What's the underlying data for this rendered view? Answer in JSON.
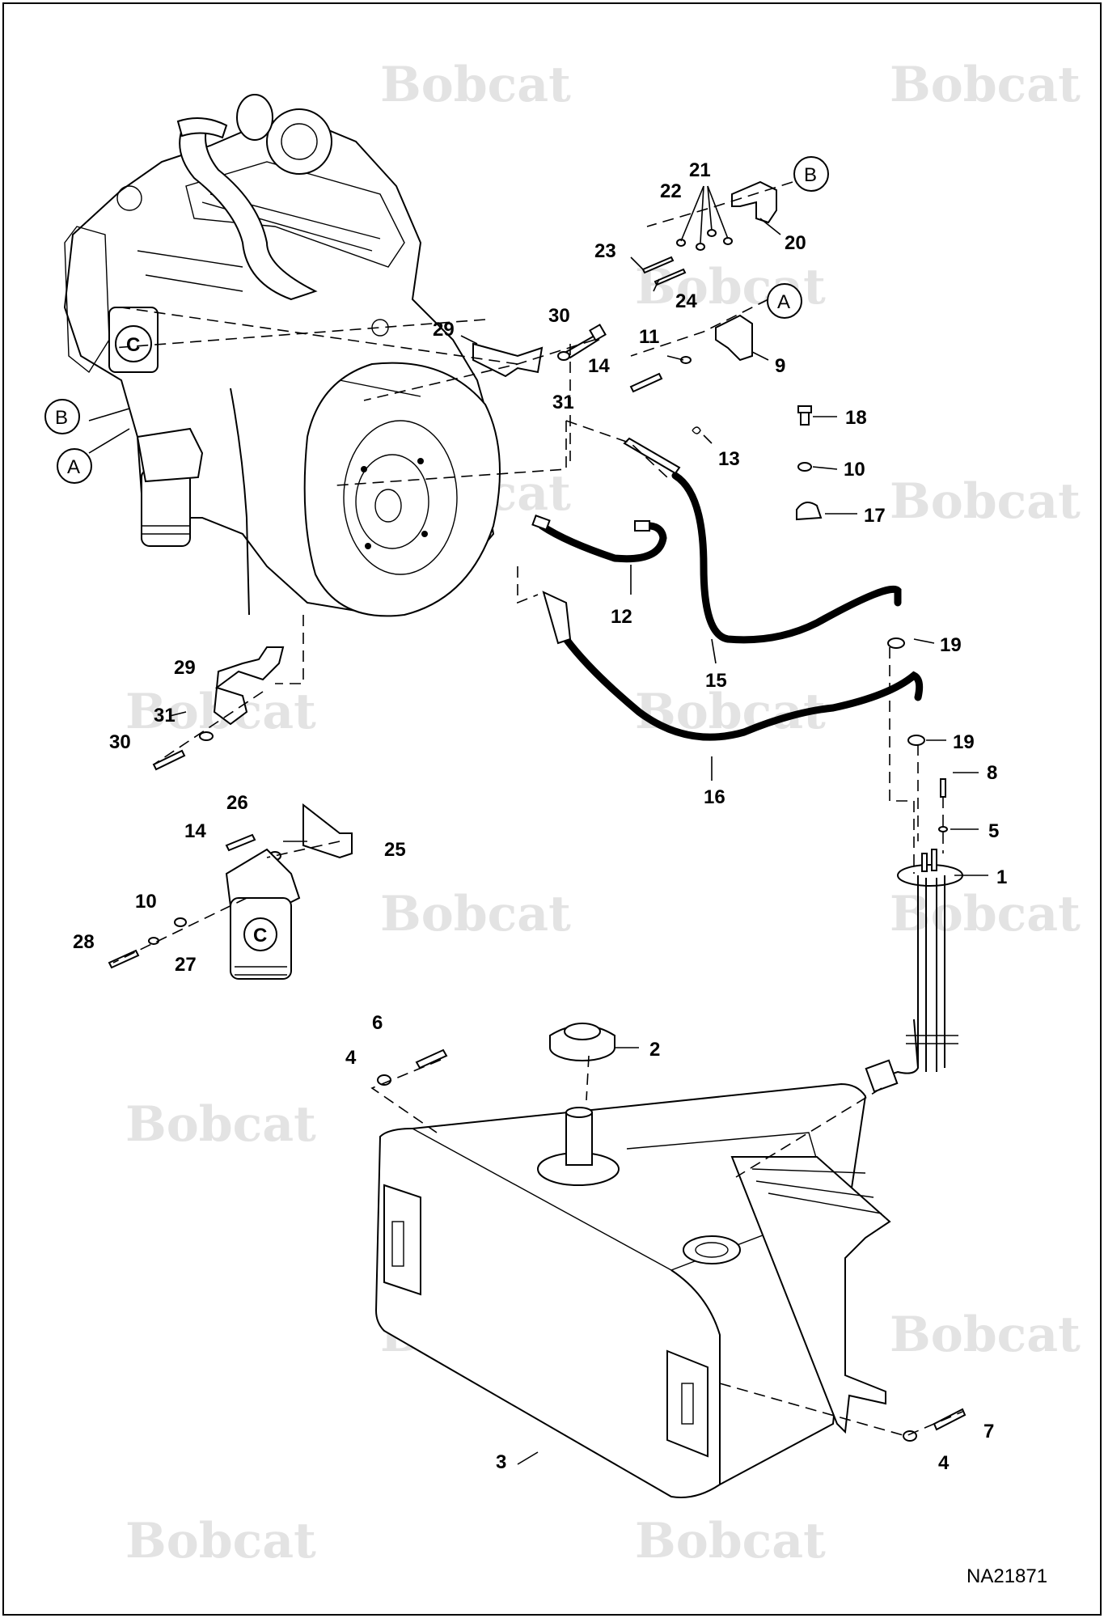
{
  "figure_code": "NA21871",
  "watermark_text": "Bobcat",
  "callouts": {
    "A": "A",
    "B": "B",
    "C": "C"
  },
  "part_numbers": [
    "1",
    "2",
    "3",
    "4",
    "5",
    "6",
    "7",
    "8",
    "9",
    "10",
    "11",
    "12",
    "13",
    "14",
    "15",
    "16",
    "17",
    "18",
    "19",
    "20",
    "21",
    "22",
    "23",
    "24",
    "25",
    "26",
    "27",
    "28",
    "29",
    "30",
    "31"
  ],
  "labels": {
    "n1": "1",
    "n2": "2",
    "n3": "3",
    "n4a": "4",
    "n4b": "4",
    "n5": "5",
    "n6": "6",
    "n7": "7",
    "n8": "8",
    "n9": "9",
    "n10a": "10",
    "n10b": "10",
    "n11": "11",
    "n12": "12",
    "n13": "13",
    "n14a": "14",
    "n14b": "14",
    "n15": "15",
    "n16": "16",
    "n17": "17",
    "n18": "18",
    "n19a": "19",
    "n19b": "19",
    "n20": "20",
    "n21": "21",
    "n22": "22",
    "n23": "23",
    "n24": "24",
    "n25": "25",
    "n26": "26",
    "n27": "27",
    "n28": "28",
    "n29a": "29",
    "n29b": "29",
    "n30a": "30",
    "n30b": "30",
    "n31a": "31",
    "n31b": "31"
  },
  "colors": {
    "line": "#000000",
    "watermark": "#e3e3e3",
    "background": "#ffffff"
  }
}
